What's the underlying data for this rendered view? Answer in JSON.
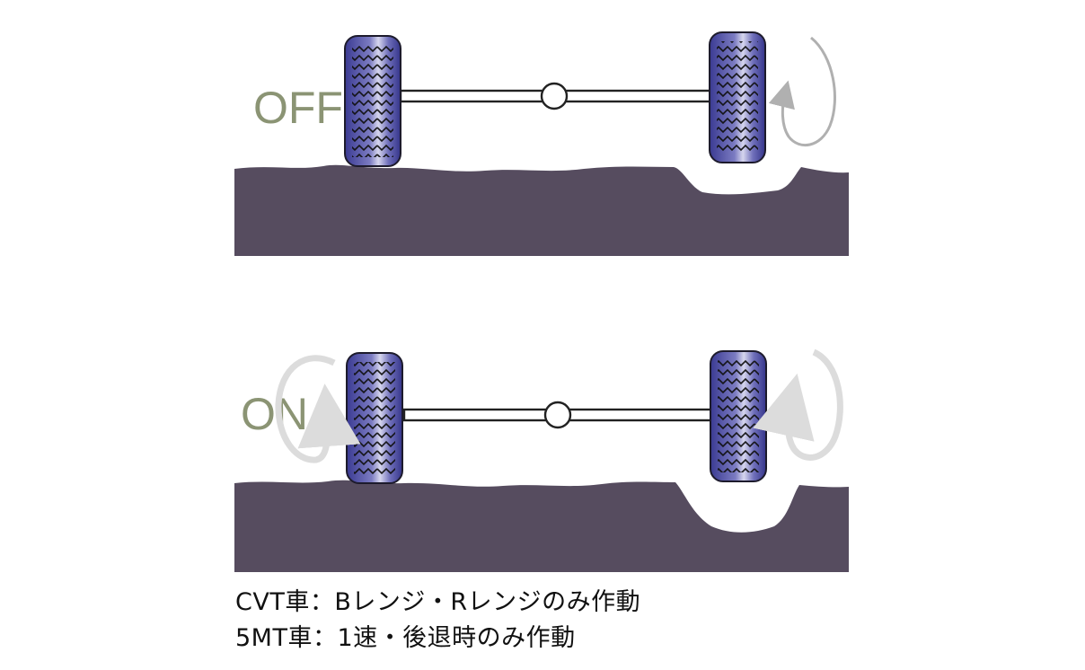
{
  "panels": {
    "off": {
      "label": "OFF"
    },
    "on": {
      "label": "ON"
    }
  },
  "captions": [
    "CVT車：Bレンジ・Rレンジのみ作動",
    "5MT車：1速・後退時のみ作動"
  ],
  "colors": {
    "ground": "#564c5f",
    "tire": "#4a4a9e",
    "label": "#8b9474",
    "rotation_arrow_off": "#b0b0b0",
    "rotation_arrow_on": "#dcdcdc"
  },
  "icons": {
    "tire": "tire-icon",
    "rotation": "rotation-arrow-icon"
  }
}
